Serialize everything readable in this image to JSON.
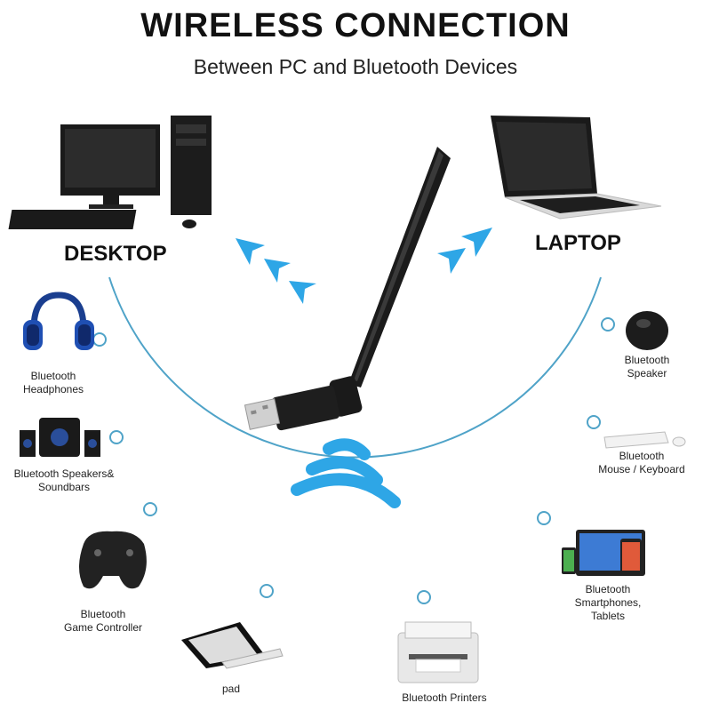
{
  "header": {
    "title": "WIRELESS CONNECTION",
    "subtitle": "Between PC and Bluetooth Devices"
  },
  "main_devices": {
    "desktop": "DESKTOP",
    "laptop": "LAPTOP"
  },
  "devices": {
    "headphones": [
      "Bluetooth",
      "Headphones"
    ],
    "speakers": [
      "Bluetooth Speakers&",
      "Soundbars"
    ],
    "game_controller": [
      "Bluetooth",
      "Game Controller"
    ],
    "pad": [
      "pad"
    ],
    "printers": [
      "Bluetooth Printers"
    ],
    "smartphones": [
      "Bluetooth",
      "Smartphones,",
      "Tablets"
    ],
    "mouse_keyboard": [
      "Bluetooth",
      "Mouse / Keyboard"
    ],
    "speaker": [
      "Bluetooth",
      "Speaker"
    ]
  },
  "colors": {
    "accent": "#2ea6e6",
    "circle": "#4fa3c8",
    "dark": "#111111"
  }
}
